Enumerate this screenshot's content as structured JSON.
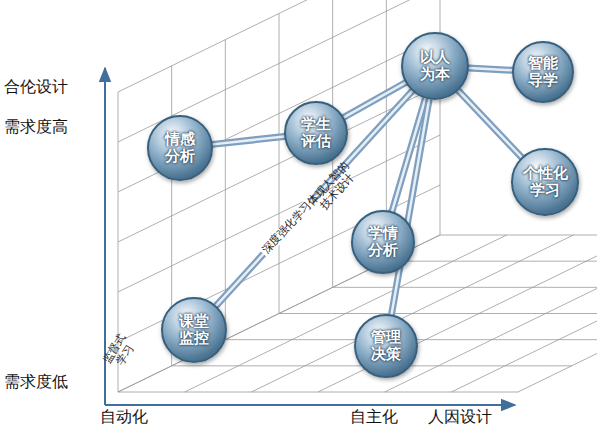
{
  "diagram": {
    "nodes": [
      {
        "text": [
          "以人为本"
        ]
      },
      {
        "text": [
          "智能导学"
        ]
      },
      {
        "text": [
          "情感分析"
        ]
      },
      {
        "text": [
          "学生评估"
        ]
      },
      {
        "text": [
          "个性化学习"
        ]
      },
      {
        "text": [
          "学情分析"
        ]
      },
      {
        "text": [
          "课堂监控"
        ]
      },
      {
        "text": [
          "管理决策"
        ]
      }
    ],
    "edges": [
      {
        "from": 0,
        "to": 1,
        "arrow": "none"
      },
      {
        "from": 2,
        "to": 3,
        "arrow": "none"
      },
      {
        "from": 3,
        "to": 0,
        "arrow": "none"
      },
      {
        "from": 0,
        "to": 4,
        "arrow": "none"
      },
      {
        "from": 0,
        "to": 5,
        "arrow": "none"
      },
      {
        "from": 0,
        "to": 7,
        "arrow": "none"
      },
      {
        "from": 6,
        "to": 0,
        "label": "深度强化学习",
        "arrow": "none"
      }
    ],
    "labels": [
      "合伦设计",
      "需求度高",
      "需求度低",
      "自动化",
      "自主化",
      "人因设计",
      "体现人智的技术设计",
      "监督式学习"
    ]
  }
}
